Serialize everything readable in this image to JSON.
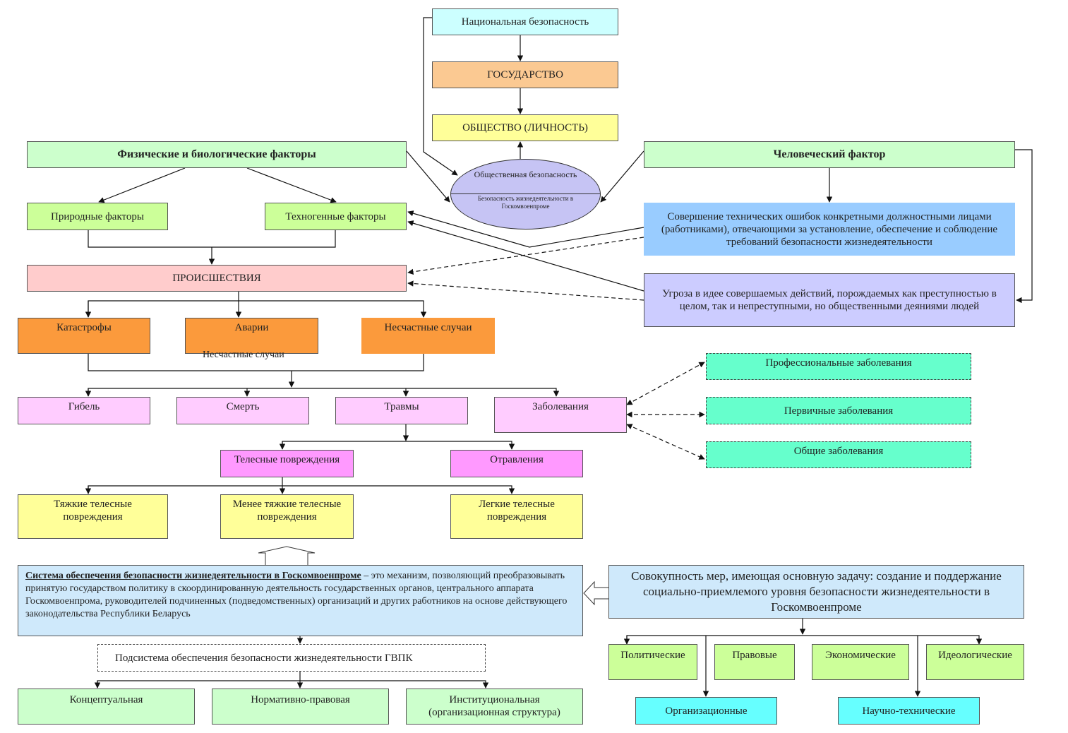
{
  "nodes": {
    "national_security": "Национальная безопасность",
    "state": "ГОСУДАРСТВО",
    "society": "ОБЩЕСТВО (ЛИЧНОСТЬ)",
    "public_security_top": "Общественная безопасность",
    "public_security_bottom": "Безопасность жизнедеятельности в Госкомвоенпроме",
    "physical_factors": "Физические и биологические факторы",
    "human_factor": "Человеческий фактор",
    "natural_factors": "Природные факторы",
    "technogenic_factors": "Техногенные факторы",
    "technical_errors": "Совершение технических ошибок конкретными должностными лицами (работниками), отвечающими за установление, обеспечение и соблюдение требований безопасности жизнедеятельности",
    "threat": "Угроза в идее совершаемых действий, порождаемых как преступностью в целом, так и непреступными, но общественными деяниями людей",
    "incidents": "ПРОИСШЕСТВИЯ",
    "catastrophes": "Катастрофы",
    "accidents": "Аварии",
    "mishaps": "Несчастные случаи",
    "mishaps_caption": "Несчастные случаи",
    "death1": "Гибель",
    "death2": "Смерть",
    "injuries": "Травмы",
    "diseases": "Заболевания",
    "prof_diseases": "Профессиональные заболевания",
    "primary_diseases": "Первичные заболевания",
    "general_diseases": "Общие заболевания",
    "bodily_injuries": "Телесные повреждения",
    "poisoning": "Отравления",
    "severe_injuries": "Тяжкие телесные повреждения",
    "less_severe_injuries": "Менее тяжкие телесные повреждения",
    "light_injuries": "Легкие телесные повреждения",
    "system_title": "Система обеспечения безопасности жизнедеятельности в Госкомвоенпроме",
    "system_text": " – это механизм, позволяющий преобразовывать принятую государством политику в скоординированную деятельность государственных органов, центрального аппарата Госкомвоенпрома, руководителей подчиненных (подведомственных) организаций и других работников на основе действующего законодательства Республики Беларусь",
    "measures": "Совокупность мер, имеющая основную задачу: создание и поддержание социально-приемлемого уровня безопасности жизнедеятельности в Госкомвоенпроме",
    "subsystem": "Подсистема обеспечения безопасности жизнедеятельности ГВПК",
    "conceptual": "Концептуальная",
    "normative": "Нормативно-правовая",
    "institutional": "Институциональная (организационная структура)",
    "political": "Политические",
    "legal": "Правовые",
    "economic": "Экономические",
    "ideological": "Идеологические",
    "organizational": "Организационные",
    "scitech": "Научно-технические"
  },
  "colors": {
    "cyan_light": "#ccffff",
    "peach": "#fbc992",
    "yellow": "#ffff99",
    "green_light": "#ccffcc",
    "green": "#ccff99",
    "blue": "#99ccff",
    "lavender": "#ccccff",
    "pink": "#ffcccc",
    "orange": "#fb9a3c",
    "magenta_light": "#ffccff",
    "magenta": "#ff99ff",
    "aqua": "#66ffcc",
    "sky": "#cfe9fb",
    "cyan": "#66ffff"
  }
}
